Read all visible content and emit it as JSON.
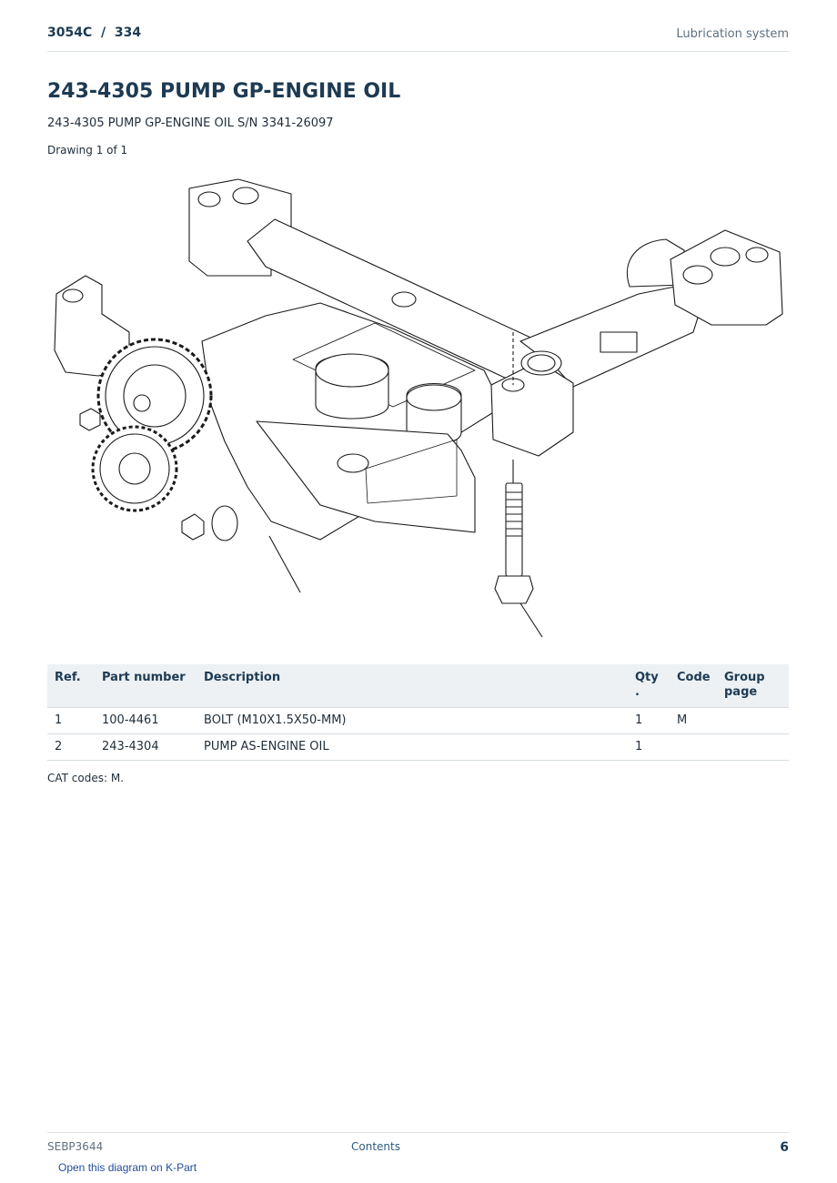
{
  "header": {
    "doc_ref": "3054C  /  334",
    "section": "Lubrication system"
  },
  "title": "243-4305 PUMP GP-ENGINE OIL",
  "subtitle": "243-4305 PUMP GP-ENGINE OIL S/N 3341-26097",
  "drawing_label": "Drawing 1 of 1",
  "table": {
    "columns": {
      "ref": "Ref.",
      "part_number": "Part number",
      "description": "Description",
      "qty": "Qty .",
      "code": "Code",
      "group_page": "Group page"
    },
    "rows": [
      {
        "ref": "1",
        "part_number": "100-4461",
        "description": "BOLT (M10X1.5X50-MM)",
        "qty": "1",
        "code": "M",
        "group_page": ""
      },
      {
        "ref": "2",
        "part_number": "243-4304",
        "description": "PUMP AS-ENGINE OIL",
        "qty": "1",
        "code": "",
        "group_page": ""
      }
    ]
  },
  "cat_codes": "CAT codes: M.",
  "footer": {
    "doc_id": "SEBP3644",
    "contents_link": "Contents",
    "page_number": "6"
  },
  "open_link": "Open this diagram on K-Part"
}
